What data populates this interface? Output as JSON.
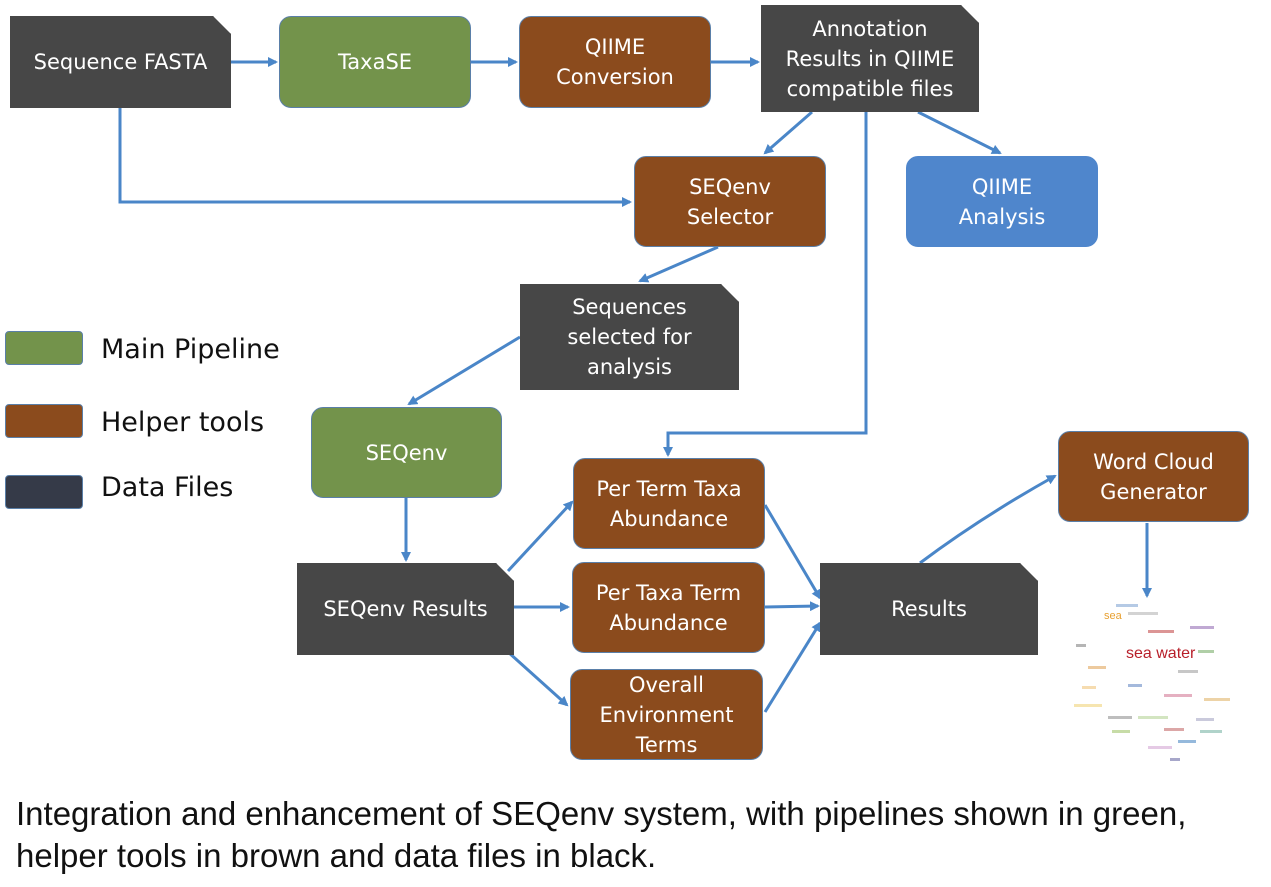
{
  "nodes": {
    "sequence_fasta": "Sequence FASTA",
    "taxase": "TaxaSE",
    "qiime_conversion": "QIIME\nConversion",
    "annotation_results": "Annotation\nResults in QIIME\ncompatible files",
    "seqenv_selector": "SEQenv\nSelector",
    "qiime_analysis": "QIIME\nAnalysis",
    "sequences_selected": "Sequences\nselected for\nanalysis",
    "seqenv": "SEQenv",
    "seqenv_results": "SEQenv Results",
    "per_term_taxa": "Per Term Taxa\nAbundance",
    "per_taxa_term": "Per Taxa Term\nAbundance",
    "overall_env": "Overall\nEnvironment\nTerms",
    "results": "Results",
    "word_cloud_generator": "Word Cloud\nGenerator"
  },
  "legend": {
    "main_pipeline": "Main Pipeline",
    "helper_tools": "Helper tools",
    "data_files": "Data Files"
  },
  "wordcloud": {
    "main_word": "sea water",
    "secondary_word": "sea"
  },
  "caption": "Integration and enhancement of SEQenv system, with pipelines shown in green, helper tools in brown and data files in black.",
  "colors": {
    "pipeline": "#73934b",
    "helper": "#8b4b1d",
    "data_file": "#474747",
    "qiime": "#4f86cc",
    "arrow": "#4a86c8"
  }
}
